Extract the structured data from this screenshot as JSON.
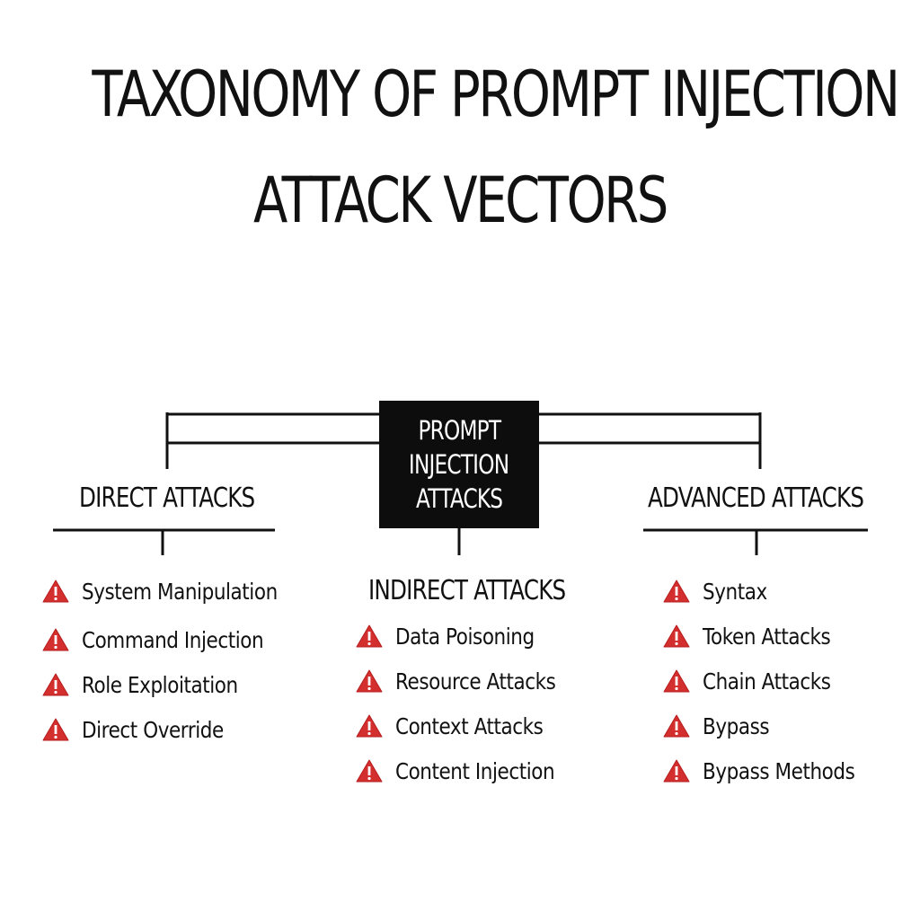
{
  "title": {
    "line1": "TAXONOMY OF PROMPT INJECTION",
    "line2": "ATTACK VECTORS"
  },
  "root": {
    "line1": "PROMPT",
    "line2": "INJECTION",
    "line3": "ATTACKS"
  },
  "colors": {
    "warning_red": "#d32f2f",
    "box_black": "#0d0d0d"
  },
  "icon": "warning-triangle-icon",
  "categories": {
    "direct": {
      "label": "DIRECT ATTACKS",
      "items": [
        "System Manipulation",
        "Command Injection",
        "Role Exploitation",
        "Direct Override"
      ]
    },
    "indirect": {
      "label": "INDIRECT ATTACKS",
      "items": [
        "Data Poisoning",
        "Resource Attacks",
        "Context Attacks",
        "Content Injection"
      ]
    },
    "advanced": {
      "label": "ADVANCED ATTACKS",
      "items": [
        "Syntax",
        "Token Attacks",
        "Chain Attacks",
        "Bypass",
        "Bypass Methods"
      ]
    }
  }
}
